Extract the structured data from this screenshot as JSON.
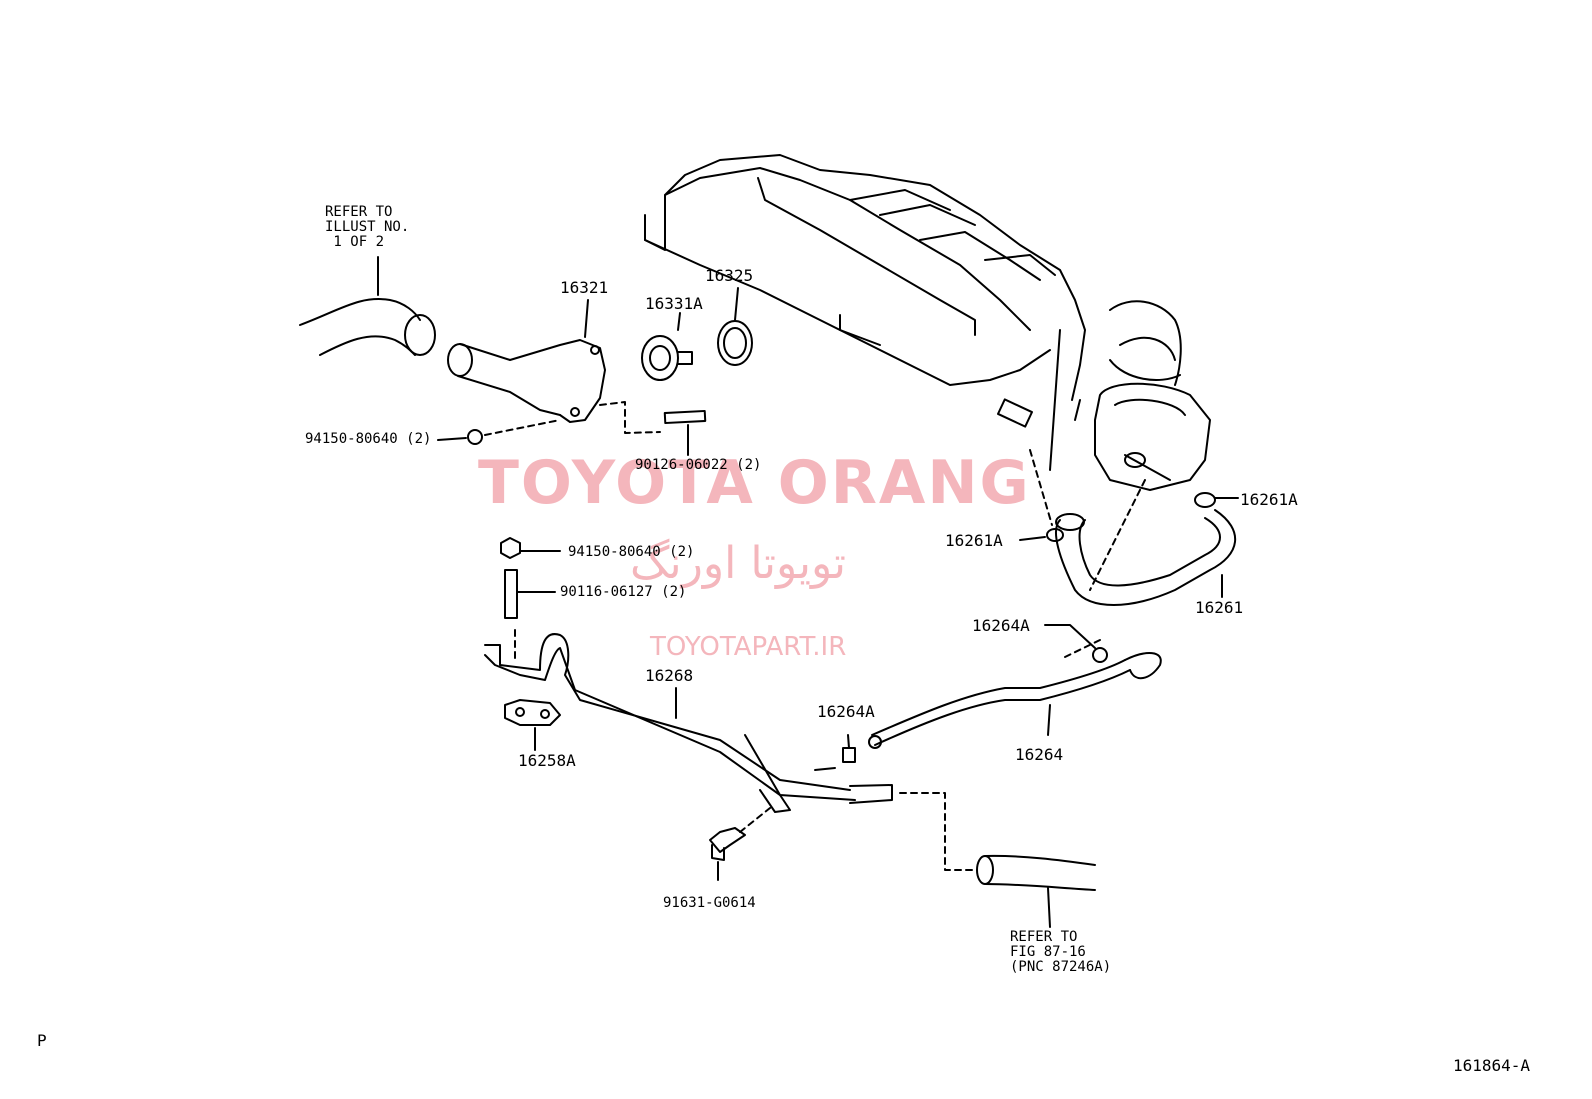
{
  "refs": {
    "illust": "REFER TO\nILLUST NO.\n 1 OF 2",
    "fig": "REFER TO\nFIG 87-16\n(PNC 87246A)"
  },
  "parts": {
    "p16321": "16321",
    "p16331A": "16331A",
    "p16325": "16325",
    "bolt_top": "94150-80640 (2)",
    "stud_top": "90126-06022 (2)",
    "clip_a1": "16261A",
    "clip_a2": "16261A",
    "hose_16261": "16261",
    "nut_mid": "94150-80640 (2)",
    "stud_mid": "90116-06127 (2)",
    "clip_b1": "16264A",
    "clip_b2": "16264A",
    "pipe_16268": "16268",
    "gasket_16258A": "16258A",
    "hose_16264": "16264",
    "bolt_bottom": "91631-G0614"
  },
  "corner": {
    "left": "P",
    "right": "161864-A"
  },
  "watermark": {
    "main": "TOYOTA ORANG",
    "persian": "تویوتا اورنگ",
    "url": "TOYOTAPART.IR",
    "color": "#f4b6bc"
  }
}
